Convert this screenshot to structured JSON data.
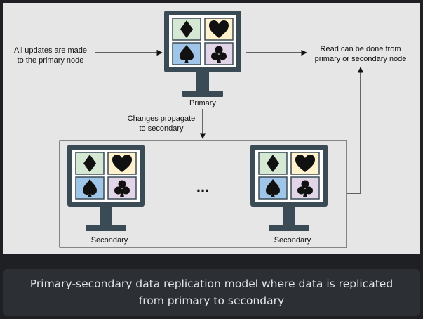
{
  "diagram": {
    "left_note_line1": "All updates are made",
    "left_note_line2": "to the primary node",
    "right_note_line1": "Read can be done from",
    "right_note_line2": "primary or secondary node",
    "propagate_line1": "Changes propagate",
    "propagate_line2": "to secondary",
    "primary_label": "Primary",
    "secondary_label_1": "Secondary",
    "secondary_label_2": "Secondary",
    "ellipsis": "..."
  },
  "card_suits": [
    "diamond",
    "heart",
    "spade",
    "club"
  ],
  "colors": {
    "monitor": "#3a4b56",
    "tile_diamond": "#d5e8d4",
    "tile_heart": "#fff2cc",
    "tile_spade": "#9fc5e8",
    "tile_club": "#e1d5e7",
    "canvas": "#e6e6e6",
    "page_bg": "#1e2023",
    "caption_bg": "#2c2f33"
  },
  "caption": {
    "line1": "Primary-secondary data replication model where data is replicated",
    "line2": "from primary to secondary"
  }
}
